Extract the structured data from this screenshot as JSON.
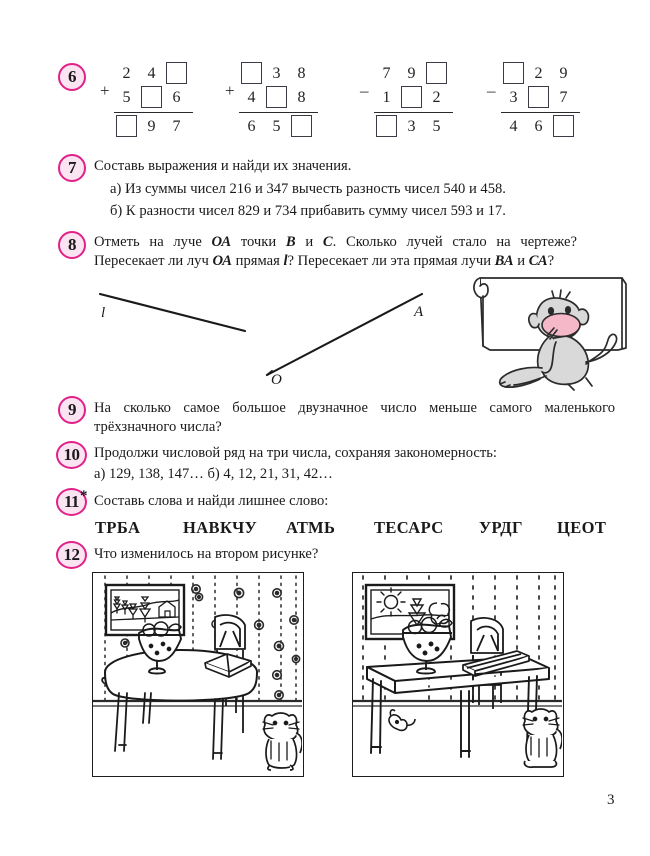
{
  "page": {
    "number": "3",
    "accent_color": "#e0218a",
    "accent_fill": "#fbe4f1"
  },
  "tasks": [
    {
      "number": "6",
      "type": "column-arithmetic",
      "columns": [
        {
          "operator": "+",
          "rows": [
            [
              "2",
              "4",
              "box"
            ],
            [
              "5",
              "box",
              "6"
            ],
            [
              "box",
              "9",
              "7"
            ]
          ]
        },
        {
          "operator": "+",
          "rows": [
            [
              "box",
              "3",
              "8"
            ],
            [
              "4",
              "box",
              "8"
            ],
            [
              "6",
              "5",
              "box"
            ]
          ]
        },
        {
          "operator": "–",
          "rows": [
            [
              "7",
              "9",
              "box"
            ],
            [
              "1",
              "box",
              "2"
            ],
            [
              "box",
              "3",
              "5"
            ]
          ]
        },
        {
          "operator": "–",
          "rows": [
            [
              "box",
              "2",
              "9"
            ],
            [
              "3",
              "box",
              "7"
            ],
            [
              "4",
              "6",
              "box"
            ]
          ]
        }
      ]
    },
    {
      "number": "7",
      "title": "Составь выражения и найди их значения.",
      "line_a": "а) Из суммы чисел 216 и 347 вычесть разность чисел 540 и 458.",
      "line_b": "б) К разности чисел 829 и 734 прибавить сумму чисел 593 и 17."
    },
    {
      "number": "8",
      "text_part1": "Отметь на луче ",
      "ray_oa_1": "ОА",
      "text_part2": " точки ",
      "point_b": "В",
      "text_part3": " и ",
      "point_c": "С",
      "text_part4": ". Сколько лучей стало на чертеже? Пересекает ли луч ",
      "ray_oa_2": "ОА",
      "text_part5": " прямая ",
      "line_l": "l",
      "text_part6": "? Пересекает ли эта прямая лучи ",
      "ray_ba": "ВА",
      "text_part7": " и ",
      "ray_ca": "СА",
      "text_part8": "?",
      "diagram": {
        "label_l": "l",
        "label_A": "A",
        "label_O": "O"
      },
      "illustration": "monkey-with-scroll"
    },
    {
      "number": "9",
      "text": "На сколько самое большое двузначное число меньше самого маленького трёхзначного числа?"
    },
    {
      "number": "10",
      "title": "Продолжи числовой ряд на три числа, сохраняя закономерность:",
      "series": "а) 129, 138, 147…   б) 4, 12, 21, 31, 42…"
    },
    {
      "number": "11",
      "star": "*",
      "title": "Составь слова и найди лишнее слово:",
      "words": [
        "ТРБА",
        "НАВКЧУ",
        "АТМЬ",
        "ТЕСАРС",
        "УРДГ",
        "ЦЕОТ"
      ]
    },
    {
      "number": "12",
      "title": "Что изменилось на втором рисунке?",
      "pictures": [
        {
          "name": "room-scene-left",
          "items": [
            "landscape-painting-with-firs",
            "round-table",
            "fruit-bowl",
            "open-book",
            "chair",
            "cat",
            "dotted-flower-wallpaper"
          ]
        },
        {
          "name": "room-scene-right",
          "items": [
            "painting-with-sun-and-tree",
            "rectangular-table",
            "fruit-bowl",
            "closed-book",
            "chair",
            "cat",
            "mouse",
            "dotted-stripe-wallpaper"
          ]
        }
      ]
    }
  ]
}
